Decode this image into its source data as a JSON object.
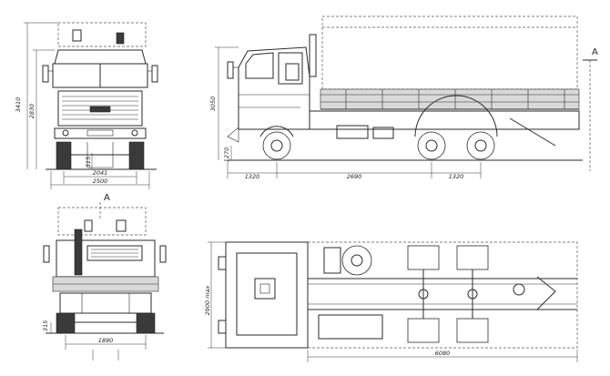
{
  "section_marker": "A",
  "dimensions": {
    "front_overall_height": "3410",
    "front_cab_height": "2830",
    "front_ground_clearance": "315",
    "front_track": "2041",
    "front_overall_width": "2500",
    "side_height": "3050",
    "side_axle_height": "1270",
    "side_front_overhang": "1320",
    "side_wheelbase_front": "2690",
    "side_wheelbase_rear": "1320",
    "rear_ground_clearance": "315",
    "rear_track": "1890",
    "top_width": "2900 max",
    "top_overall_length": "6080"
  }
}
